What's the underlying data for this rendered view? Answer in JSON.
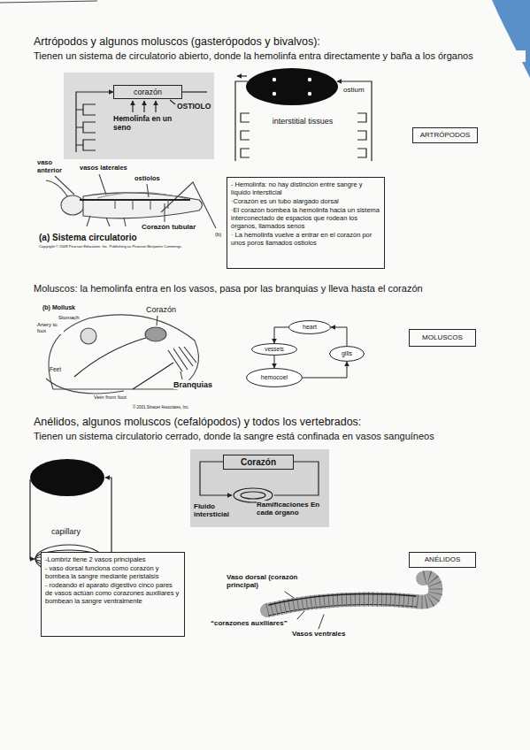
{
  "diagram": {
    "nodes": [
      {
        "text": [
          "corazón"
        ]
      },
      {
        "text": [
          "ARTRÓPODOS"
        ]
      },
      {
        "text": [
          "- Hemolinfa: no hay distinción entre sangre y líquido intersticial",
          "·Corazón es un tubo alargado dorsal",
          "·El corazón bombea la hemolinfa hacia un sistema interconectado de espacios que rodean los órganos, llamados senos",
          "· La hemolinfa vuelve a entrar en el corazón por unos poros llamados ostiolos"
        ]
      },
      {
        "text": [
          "heart"
        ]
      },
      {
        "text": [
          "vessels"
        ]
      },
      {
        "text": [
          "hemocoel"
        ]
      },
      {
        "text": [
          "gills"
        ]
      },
      {
        "text": [
          "MOLUSCOS"
        ]
      },
      {
        "text": [
          "Corazón"
        ]
      },
      {
        "text": [
          "ANÉLIDOS"
        ]
      },
      {
        "text": [
          "-Lombriz tiene 2 vasos principales",
          "- vaso dorsal funciona como corazón y bombea la sangre mediante peristalsis",
          "- rodeando el aparato digestivo cinco pares de vasos actúan como corazones auxiliares y bombean la sangre ventralmente"
        ]
      }
    ],
    "edges": [
      {
        "from": 3,
        "to": 4,
        "arrow": "to"
      },
      {
        "from": 4,
        "to": 5,
        "arrow": "to"
      },
      {
        "from": 5,
        "to": 6,
        "arrow": "to"
      },
      {
        "from": 6,
        "to": 3,
        "arrow": "to"
      }
    ],
    "labels": [
      "Artrópodos y algunos moluscos (gasterópodos y bivalvos):",
      "Tienen un sistema de circulatorio abierto, donde la hemolinfa entra directamente y baña a los órganos",
      "OSTIOLO",
      "Hemolinfa en un seno",
      "ostium",
      "interstitial tissues",
      "vaso anterior",
      "vasos laterales",
      "ostiolos",
      "Corazón tubular",
      "(a) Sistema circulatorio",
      "Copyright © 2008 Pearson Education, Inc. Publishing as Pearson Benjamin Cummings.",
      "(b)",
      "Moluscos: la hemolinfa entra en los vasos, pasa por las branquias y lleva hasta el corazón",
      "(b) Mollusk",
      "Stomach",
      "Artery to foot",
      "Corazón",
      "Branquias",
      "Feet",
      "Vein from foot",
      "© 2001 Sinauer Associates, Inc.",
      "Anélidos, algunos moluscos (cefalópodos) y todos los vertebrados:",
      "Tienen un sistema circulatorio cerrado, donde la sangre está confinada en vasos sanguíneos",
      "capillary",
      "Fluido intersticial",
      "Ramificaciones En cada órgano",
      "Vaso dorsal (corazón principal)",
      "“corazones auxiliares”",
      "Vasos ventrales"
    ]
  }
}
